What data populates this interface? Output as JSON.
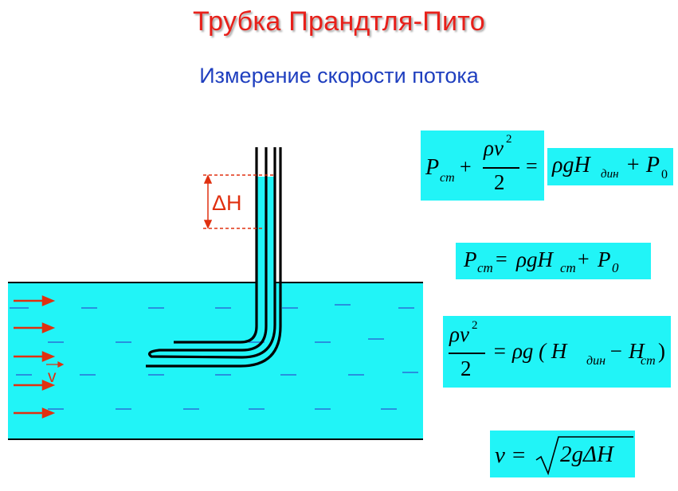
{
  "title": "Трубка Прандтля-Пито",
  "subtitle": "Измерение скорости потока",
  "diagram": {
    "delta_h_label": "ΔH",
    "velocity_label": "v"
  },
  "formulas": {
    "f1": {
      "p": "P",
      "p_sub": "ст",
      "plus1": "+",
      "rho_v": "ρv",
      "exp2": "2",
      "den": "2",
      "eq": "=",
      "rho_g_h": "ρgH",
      "h_sub": "дин",
      "plus2": "+ P",
      "p0_sub": "0"
    },
    "f2": {
      "p": "P",
      "p_sub": "ст",
      "eq": "=",
      "rho_g_h": "ρgH",
      "h_sub": "ст",
      "plus": "+",
      "p0": "P",
      "p0_sub": "0"
    },
    "f3": {
      "rho_v": "ρv",
      "exp2": "2",
      "den": "2",
      "rhs": "= ρg ( H",
      "sub1": "дин",
      "minus": "− H",
      "sub2": "ст",
      "close": ")"
    },
    "f4": {
      "lhs": "v =",
      "radicand": "2gΔH"
    }
  },
  "colors": {
    "water": "#21f4f7",
    "title": "#e8201a",
    "subtitle": "#1f3fbf",
    "arrow": "#e03010",
    "dash": "#2a6fd6"
  }
}
